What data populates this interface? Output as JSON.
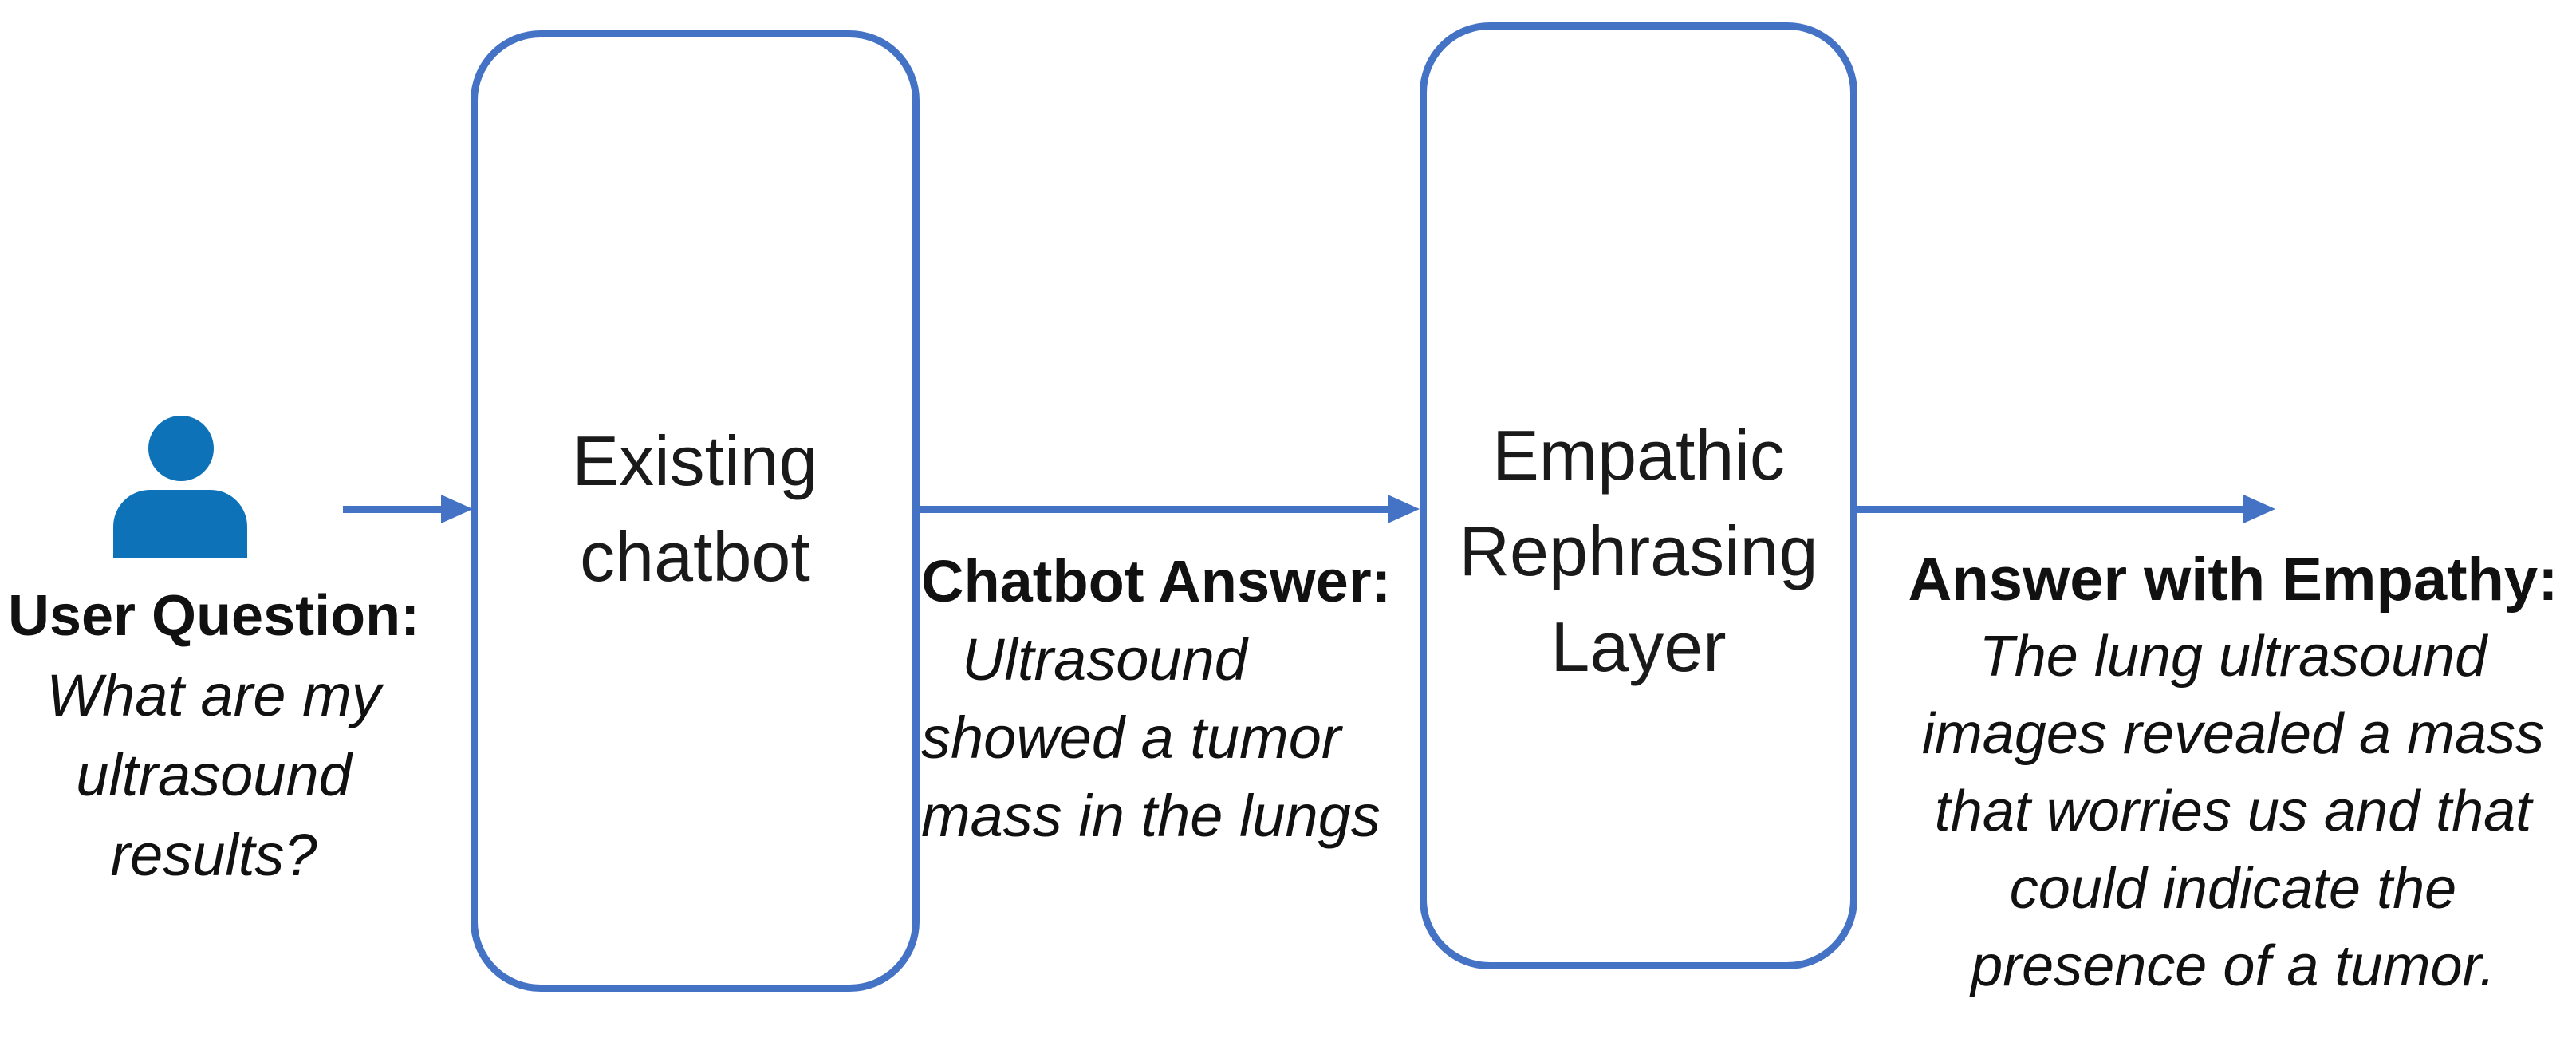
{
  "colors": {
    "accent_blue": "#4472C4",
    "person_icon_blue": "#0E72B8",
    "text_color": "#111111"
  },
  "user": {
    "icon": "person-icon",
    "label": "User Question:",
    "question_lines": [
      "What are my",
      "ultrasound",
      "results?"
    ]
  },
  "boxes": {
    "existing_chatbot": {
      "lines": [
        "Existing",
        "chatbot"
      ]
    },
    "empathic_rephrasing_layer": {
      "lines": [
        "Empathic",
        "Rephrasing",
        "Layer"
      ]
    }
  },
  "chatbot_answer": {
    "label": "Chatbot Answer:",
    "answer_lines": [
      "Ultrasound",
      "showed a tumor",
      "mass in the lungs"
    ]
  },
  "empathy_answer": {
    "label": "Answer with Empathy:",
    "answer_lines": [
      "The lung ultrasound",
      "images revealed a mass",
      "that worries us and that",
      "could indicate the",
      "presence of a tumor."
    ]
  },
  "arrows": [
    "user-to-existing-chatbot",
    "existing-chatbot-to-empathic-layer",
    "empathic-layer-to-output"
  ]
}
